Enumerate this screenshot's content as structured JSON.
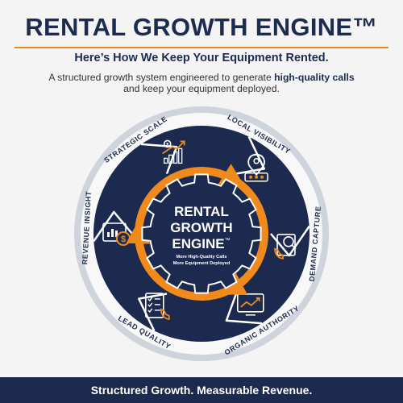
{
  "header": {
    "title": "RENTAL GROWTH ENGINE™",
    "subtitle": "Here’s How We Keep Your Equipment Rented.",
    "description_pre": "A structured growth system engineered to generate ",
    "description_bold": "high-quality calls",
    "description_post": "and keep your equipment deployed."
  },
  "engine": {
    "line1": "RENTAL",
    "line2": "GROWTH",
    "line3": "ENGINE",
    "trademark": "™",
    "tagline1": "More High-Quality Calls",
    "tagline2": "More Equipment Deployed"
  },
  "segments": [
    {
      "label": "STRATEGIC SCALE",
      "icon": "gear-growth-chart-icon"
    },
    {
      "label": "LOCAL VISIBILITY",
      "icon": "map-pin-rating-icon"
    },
    {
      "label": "DEMAND CAPTURE",
      "icon": "phone-search-icon"
    },
    {
      "label": "ORGANIC AUTHORITY",
      "icon": "trend-line-screen-icon"
    },
    {
      "label": "LEAD QUALITY",
      "icon": "checklist-phone-icon"
    },
    {
      "label": "REVENUE INSIGHT",
      "icon": "dashboard-dollar-icon"
    }
  ],
  "footer": {
    "text": "Structured Growth. Measurable Revenue."
  },
  "colors": {
    "navy": "#1b2a4e",
    "orange": "#f08a1c",
    "ring": "#cfd3db",
    "background": "#f4f4f4"
  }
}
